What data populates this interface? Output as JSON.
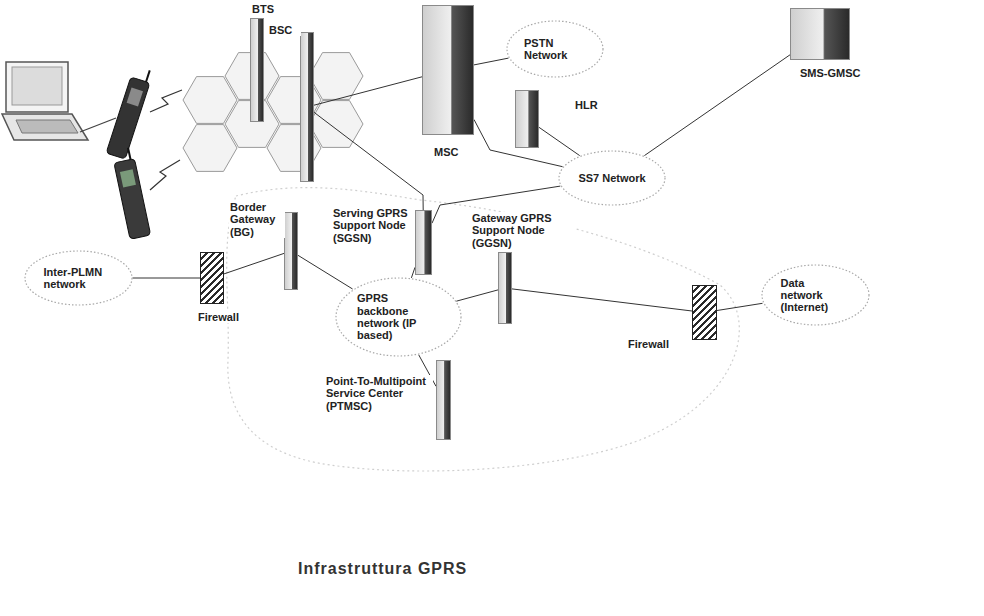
{
  "diagram": {
    "caption": "Infrastruttura GPRS",
    "nodes": [
      {
        "text": [
          "BTS"
        ]
      },
      {
        "text": [
          "BSC"
        ]
      },
      {
        "text": [
          "MSC"
        ]
      },
      {
        "text": [
          "PSTN Network"
        ]
      },
      {
        "text": [
          "HLR"
        ]
      },
      {
        "text": [
          "SMS-GMSC"
        ]
      },
      {
        "text": [
          "SS7 Network"
        ]
      },
      {
        "text": [
          "Serving GPRS Support Node (SGSN)"
        ]
      },
      {
        "text": [
          "GPRS backbone network (IP based)"
        ]
      },
      {
        "text": [
          "Border Gateway (BG)"
        ]
      },
      {
        "text": [
          "Inter-PLMN network"
        ]
      },
      {
        "text": [
          "Firewall"
        ]
      },
      {
        "text": [
          "Gateway GPRS Support Node (GGSN)"
        ]
      },
      {
        "text": [
          "Firewall"
        ]
      },
      {
        "text": [
          "Data network (Internet)"
        ]
      },
      {
        "text": [
          "Point-To-Multipoint Service Center (PTMSC)"
        ]
      }
    ],
    "edges": [
      {
        "from": 1,
        "to": 2,
        "arrow": "none"
      },
      {
        "from": 2,
        "to": 3,
        "arrow": "none"
      },
      {
        "from": 2,
        "to": 6,
        "arrow": "none"
      },
      {
        "from": 4,
        "to": 6,
        "arrow": "none"
      },
      {
        "from": 5,
        "to": 6,
        "arrow": "none"
      },
      {
        "from": 1,
        "to": 7,
        "arrow": "none"
      },
      {
        "from": 7,
        "to": 6,
        "arrow": "none"
      },
      {
        "from": 7,
        "to": 8,
        "arrow": "none"
      },
      {
        "from": 10,
        "to": 11,
        "arrow": "none"
      },
      {
        "from": 11,
        "to": 9,
        "arrow": "none"
      },
      {
        "from": 9,
        "to": 8,
        "arrow": "none"
      },
      {
        "from": 8,
        "to": 12,
        "arrow": "none"
      },
      {
        "from": 12,
        "to": 13,
        "arrow": "none"
      },
      {
        "from": 13,
        "to": 14,
        "arrow": "none"
      },
      {
        "from": 15,
        "to": 8,
        "arrow": "none"
      }
    ]
  }
}
